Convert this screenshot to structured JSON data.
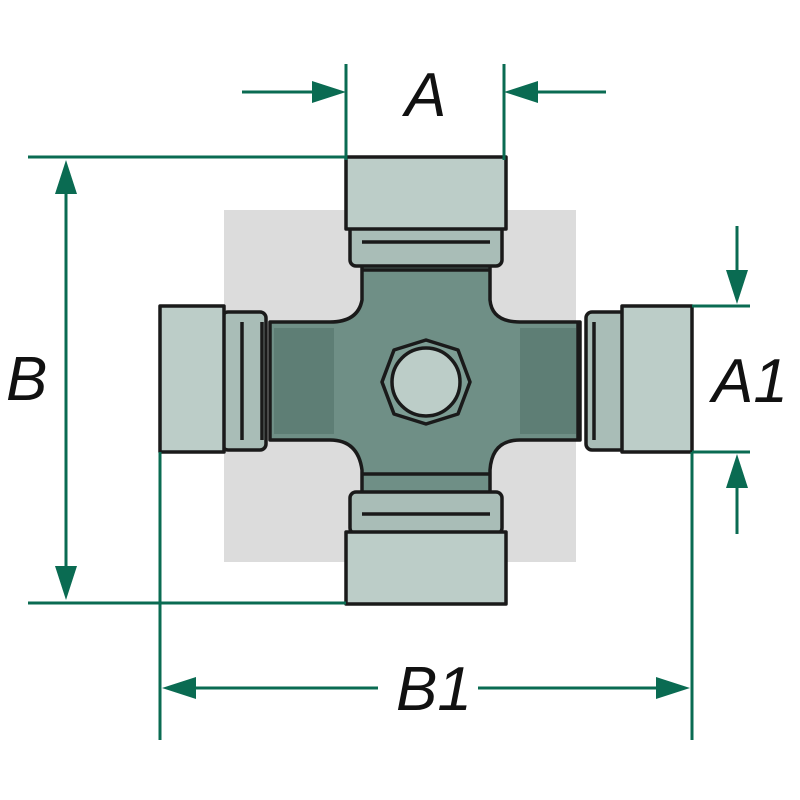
{
  "labels": {
    "a": "A",
    "b": "B",
    "a1": "A1",
    "b1": "B1"
  },
  "colors": {
    "dimension_line": "#0a6b52",
    "outline": "#1a1a1a",
    "cap_light": "#bccdc8",
    "cross_body": "#6f8f86",
    "cross_dark": "#5e7e75",
    "watermark": "#dcdcdc",
    "background": "#ffffff"
  },
  "icons": {
    "part": "universal-joint-cross-icon",
    "fitting": "grease-nipple-hex-icon"
  }
}
